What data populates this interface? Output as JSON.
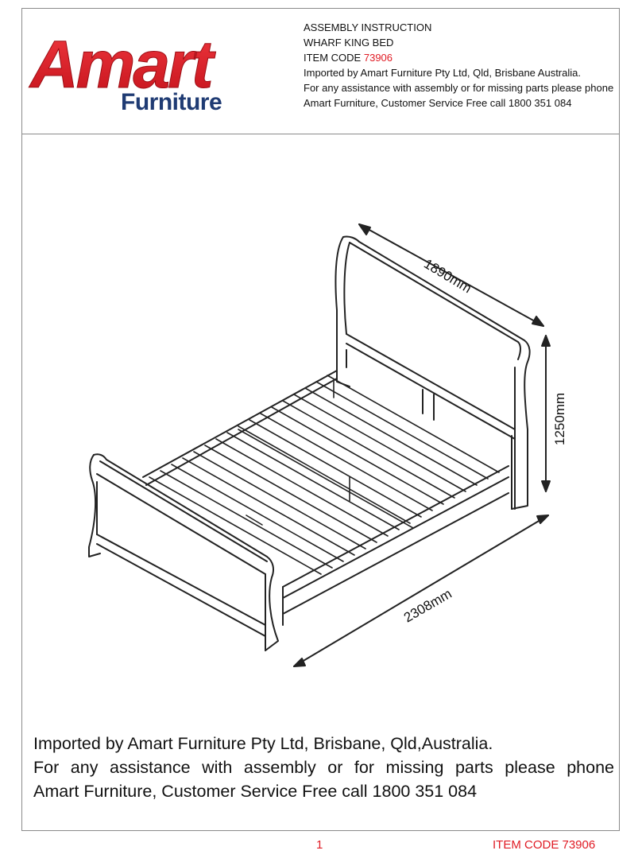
{
  "header": {
    "logo_brand": "Amart",
    "logo_sub": "Furniture",
    "title": "ASSEMBLY INSTRUCTION",
    "product": "WHARF KING BED",
    "item_code_label": "ITEM CODE",
    "item_code_value": "73906",
    "importer": "Imported by Amart Furniture Pty Ltd, Qld, Brisbane Australia.",
    "assistance": "For any assistance with assembly or for missing parts please phone Amart Furniture, Customer Service Free call 1800 351 084"
  },
  "diagram": {
    "width_label": "1890mm",
    "height_label": "1250mm",
    "length_label": "2308mm"
  },
  "footer": {
    "line1": "Imported by Amart Furniture Pty Ltd, Brisbane, Qld,Australia.",
    "line2": "For any assistance with assembly or for missing parts please phone",
    "line3": "Amart Furniture, Customer Service Free call 1800 351 084"
  },
  "page": {
    "number": "1",
    "item_code": "ITEM CODE 73906"
  },
  "colors": {
    "brand_red": "#e01b24",
    "brand_navy": "#1f3b73"
  }
}
